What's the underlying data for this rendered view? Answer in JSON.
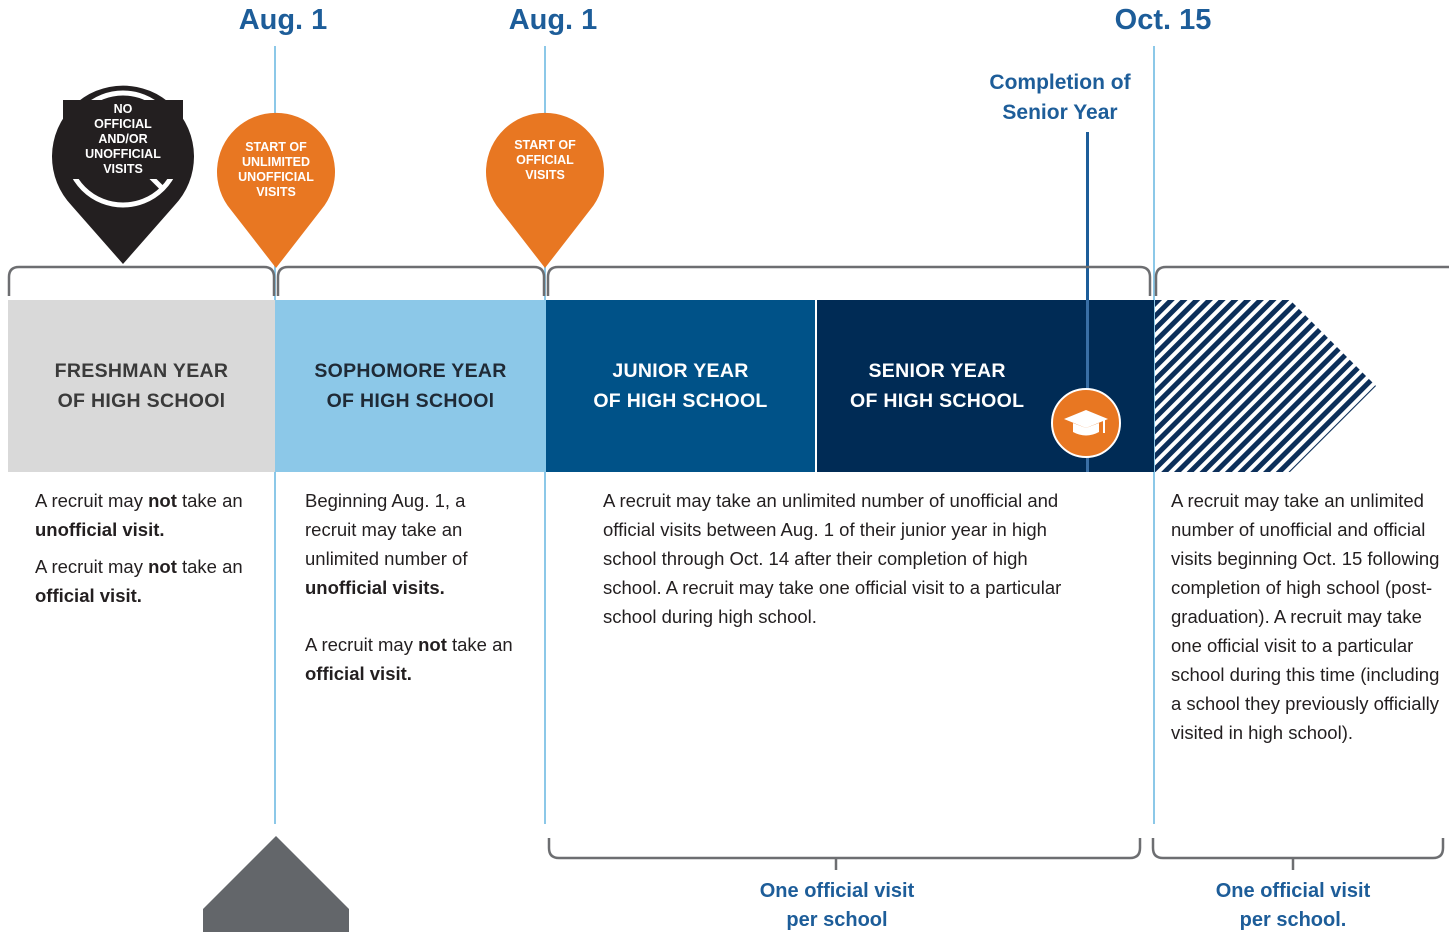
{
  "dates": {
    "aug1_first": "Aug. 1",
    "aug1_second": "Aug. 1",
    "oct15": "Oct. 15"
  },
  "completion": {
    "line1": "Completion of",
    "line2": "Senior Year"
  },
  "pins": {
    "no_visits": [
      "NO",
      "OFFICIAL",
      "AND/OR",
      "UNOFFICIAL",
      "VISITS"
    ],
    "unofficial": [
      "START OF",
      "UNLIMITED",
      "UNOFFICIAL",
      "VISITS"
    ],
    "official": [
      "START OF",
      "OFFICIAL",
      "VISITS"
    ]
  },
  "years": {
    "freshman": [
      "FRESHMAN YEAR",
      "OF HIGH SCHOOl"
    ],
    "sophomore": [
      "SOPHOMORE YEAR",
      "OF HIGH SCHOOl"
    ],
    "junior": [
      "JUNIOR YEAR",
      "OF HIGH SCHOOL"
    ],
    "senior": [
      "SENIOR YEAR",
      "OF HIGH SCHOOL"
    ]
  },
  "descriptions": {
    "freshman": {
      "p1_pre": "A recruit may ",
      "p1_b1": "not",
      "p1_mid": " take an ",
      "p1_b2": "unofficial visit.",
      "p2_pre": "A recruit may ",
      "p2_b1": "not",
      "p2_mid": " take an ",
      "p2_b2": "official visit."
    },
    "sophomore": {
      "p1_pre": "Beginning Aug. 1, a recruit may take an unlimited number of ",
      "p1_b1": "unofficial visits.",
      "p2_pre": "A recruit may ",
      "p2_b1": "not",
      "p2_mid": " take an ",
      "p2_b2": "official visit."
    },
    "junior_senior": "A recruit may take an unlimited number of unofficial and official visits between Aug. 1 of their junior year in high school through Oct. 14 after their completion of high school. A recruit may take one official visit to a particular school during high school.",
    "post_grad": "A recruit may take an unlimited number of unofficial and official visits beginning Oct. 15 following completion of high school (post-graduation). A recruit may take one official visit to a particular school during this time (including a school they previously officially visited in high school)."
  },
  "bottom": {
    "hs_line1": "One official visit",
    "hs_line2": "per school",
    "post_line1": "One official visit",
    "post_line2": "per school."
  },
  "colors": {
    "freshman": "#d9d9d9",
    "sophomore": "#8cc8e8",
    "junior": "#005288",
    "senior": "#002b55",
    "orange": "#e87722",
    "black_pin": "#231f20",
    "date_blue": "#1d5d99",
    "gray_diamond": "#63666a"
  },
  "icons": {
    "grad_cap": "graduation-cap-icon",
    "no_symbol": "prohibited-icon"
  }
}
